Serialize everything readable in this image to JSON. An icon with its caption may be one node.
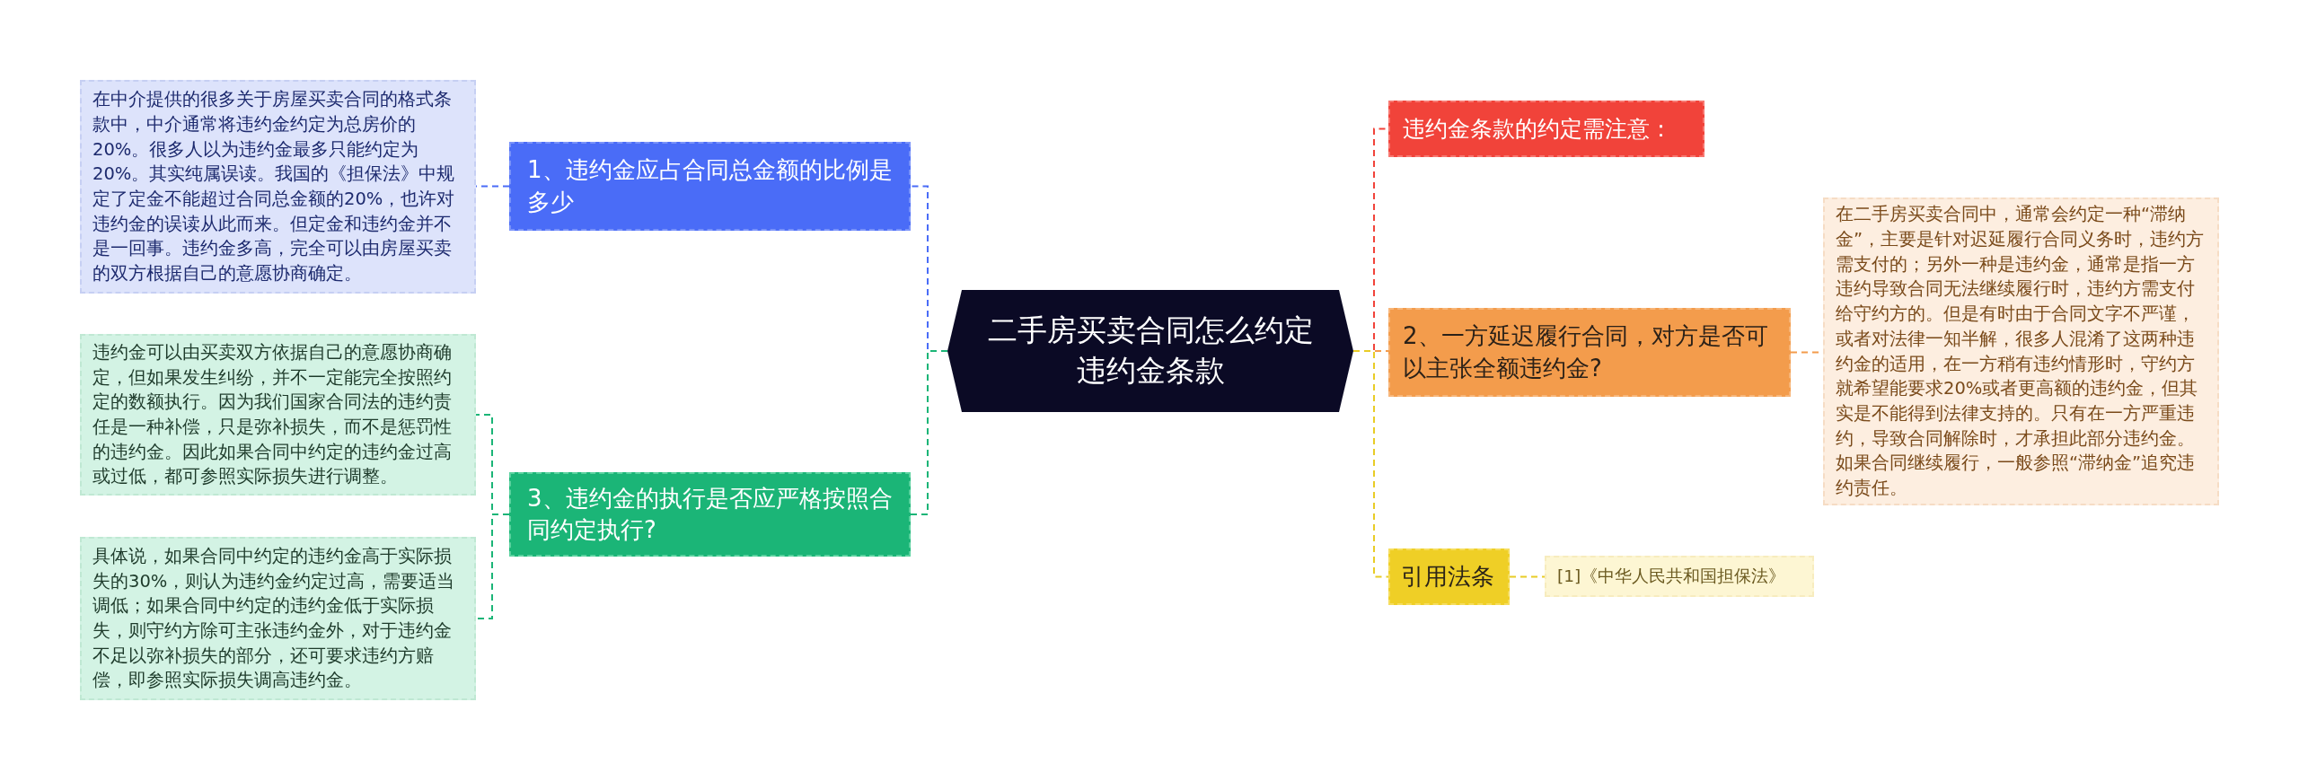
{
  "diagram": {
    "nodes": [
      {
        "text": [
          "二手房买卖合同怎么约定违约金条款"
        ]
      },
      {
        "text": [
          "1、违约金应占合同总金额的比例是多少"
        ]
      },
      {
        "text": [
          "在中介提供的很多关于房屋买卖合同的格式条款中，中介通常将违约金约定为总房价的20%。很多人以为违约金最多只能约定为20%。其实纯属误读。我国的《担保法》中规定了定金不能超过合同总金额的20%，也许对违约金的误读从此而来。但定金和违约金并不是一回事。违约金多高，完全可以由房屋买卖的双方根据自己的意愿协商确定。"
        ]
      },
      {
        "text": [
          "3、违约金的执行是否应严格按照合同约定执行?"
        ]
      },
      {
        "text": [
          "违约金可以由买卖双方依据自己的意愿协商确定，但如果发生纠纷，并不一定能完全按照约定的数额执行。因为我们国家合同法的违约责任是一种补偿，只是弥补损失，而不是惩罚性的违约金。因此如果合同中约定的违约金过高或过低，都可参照实际损失进行调整。"
        ]
      },
      {
        "text": [
          "具体说，如果合同中约定的违约金高于实际损失的30%，则认为违约金约定过高，需要适当调低；如果合同中约定的违约金低于实际损失，则守约方除可主张违约金外，对于违约金不足以弥补损失的部分，还可要求违约方赔偿，即参照实际损失调高违约金。"
        ]
      },
      {
        "text": [
          "违约金条款的约定需注意："
        ]
      },
      {
        "text": [
          "2、一方延迟履行合同，对方是否可以主张全额违约金?"
        ]
      },
      {
        "text": [
          "在二手房买卖合同中，通常会约定一种“滞纳金”，主要是针对迟延履行合同义务时，违约方需支付的；另外一种是违约金，通常是指一方违约导致合同无法继续履行时，违约方需支付给守约方的。但是有时由于合同文字不严谨，或者对法律一知半解，很多人混淆了这两种违约金的适用，在一方稍有违约情形时，守约方就希望能要求20%或者更高额的违约金，但其实是不能得到法律支持的。只有在一方严重违约，导致合同解除时，才承担此部分违约金。如果合同继续履行，一般参照“滞纳金”追究违约责任。"
        ]
      },
      {
        "text": [
          "引用法条"
        ]
      },
      {
        "text": [
          "[1]《中华人民共和国担保法》"
        ]
      }
    ],
    "edges": [
      {
        "from": 0,
        "to": 1,
        "arrow": "none",
        "color": "#4a6cf7"
      },
      {
        "from": 1,
        "to": 2,
        "arrow": "none",
        "color": "#4a6cf7"
      },
      {
        "from": 0,
        "to": 3,
        "arrow": "none",
        "color": "#1bb577"
      },
      {
        "from": 3,
        "to": 4,
        "arrow": "none",
        "color": "#1bb577"
      },
      {
        "from": 3,
        "to": 5,
        "arrow": "none",
        "color": "#1bb577"
      },
      {
        "from": 0,
        "to": 6,
        "arrow": "none",
        "color": "#f1433a"
      },
      {
        "from": 0,
        "to": 7,
        "arrow": "none",
        "color": "#f39c4c"
      },
      {
        "from": 7,
        "to": 8,
        "arrow": "none",
        "color": "#f39c4c"
      },
      {
        "from": 0,
        "to": 9,
        "arrow": "none",
        "color": "#e8cc26"
      },
      {
        "from": 9,
        "to": 10,
        "arrow": "none",
        "color": "#e8cc26"
      }
    ]
  }
}
